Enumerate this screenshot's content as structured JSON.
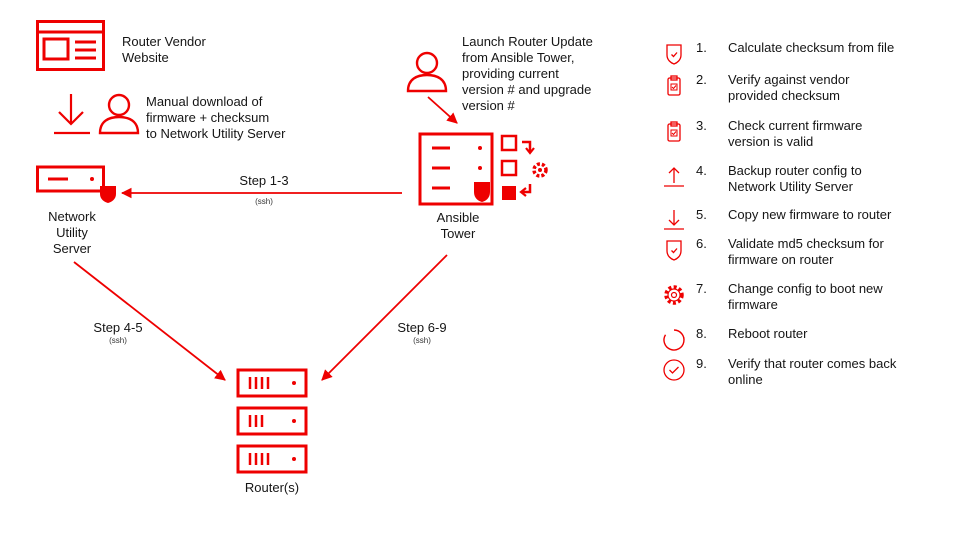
{
  "colors": {
    "accent": "#EE0000",
    "text": "#151515"
  },
  "diagram": {
    "vendor_label": "Router Vendor\nWebsite",
    "manual_download_label": "Manual download of\nfirmware + checksum\nto Network Utility Server",
    "launch_label": "Launch Router Update\nfrom Ansible Tower,\nproviding current\nversion # and upgrade\nversion #",
    "nus_label": "Network\nUtility\nServer",
    "tower_label": "Ansible\nTower",
    "routers_label": "Router(s)",
    "edges": [
      {
        "id": "e13",
        "label": "Step 1-3",
        "sub": "(ssh)"
      },
      {
        "id": "e45",
        "label": "Step 4-5",
        "sub": "(ssh)"
      },
      {
        "id": "e69",
        "label": "Step 6-9",
        "sub": "(ssh)"
      }
    ]
  },
  "steps": [
    {
      "num": "1.",
      "text": "Calculate checksum from file",
      "icon": "shield-check-icon"
    },
    {
      "num": "2.",
      "text": "Verify against vendor\nprovided checksum",
      "icon": "clipboard-check-icon"
    },
    {
      "num": "3.",
      "text": "Check current firmware\nversion is valid",
      "icon": "clipboard-check-icon"
    },
    {
      "num": "4.",
      "text": "Backup router config to\nNetwork Utility Server",
      "icon": "upload-icon"
    },
    {
      "num": "5.",
      "text": "Copy new firmware to router",
      "icon": "download-icon"
    },
    {
      "num": "6.",
      "text": "Validate md5 checksum for\nfirmware on router",
      "icon": "shield-check-icon"
    },
    {
      "num": "7.",
      "text": "Change config to boot new\nfirmware",
      "icon": "gear-icon"
    },
    {
      "num": "8.",
      "text": "Reboot router",
      "icon": "refresh-icon"
    },
    {
      "num": "9.",
      "text": "Verify that router comes back\nonline",
      "icon": "check-circle-icon"
    }
  ]
}
